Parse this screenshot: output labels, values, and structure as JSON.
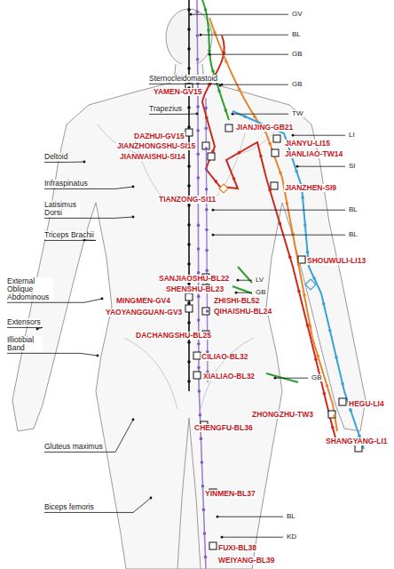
{
  "diagram": {
    "labels": [
      "GV",
      "BL",
      "GB",
      "Sternocleidomastoid",
      "YAMEN-GV15",
      "GB",
      "Trapezius",
      "TW",
      "DAZHUI-GV15",
      "JIANJING-GB21",
      "LI",
      "JIANZHONGSHU-SI15",
      "JIANYU-LI15",
      "Deltoid",
      "JIANWAISHU-SI14",
      "JIANLIAO-TW14",
      "SI",
      "Infraspinatus",
      "Latisimus Dorsi",
      "TIANZONG-SI11",
      "JIANZHEN-SI9",
      "Triceps Brachii",
      "BL",
      "BL",
      "SHOUWULI-LI13",
      "SANJIAOSHU-BL22",
      "LV",
      "External Oblique Abdominous",
      "SHENSHU-BL23",
      "GB",
      "ZHISHI-BL52",
      "MINGMEN-GV4",
      "QIHAISHU-BL24",
      "Extensors",
      "YAOYANGGUAN-GV3",
      "Illiotibial Band",
      "DACHANGSHU-BL25",
      "CILIAO-BL32",
      "XIALIAO-BL32",
      "GB",
      "HEGU-LI4",
      "ZHONGZHU-TW3",
      "SHANGYANG-LI1",
      "CHENGFU-BL36",
      "Gluteus maximus",
      "YINMEN-BL37",
      "BL",
      "Biceps femoris",
      "KD",
      "FUXI-BL38",
      "WEIYANG-BL39"
    ]
  }
}
